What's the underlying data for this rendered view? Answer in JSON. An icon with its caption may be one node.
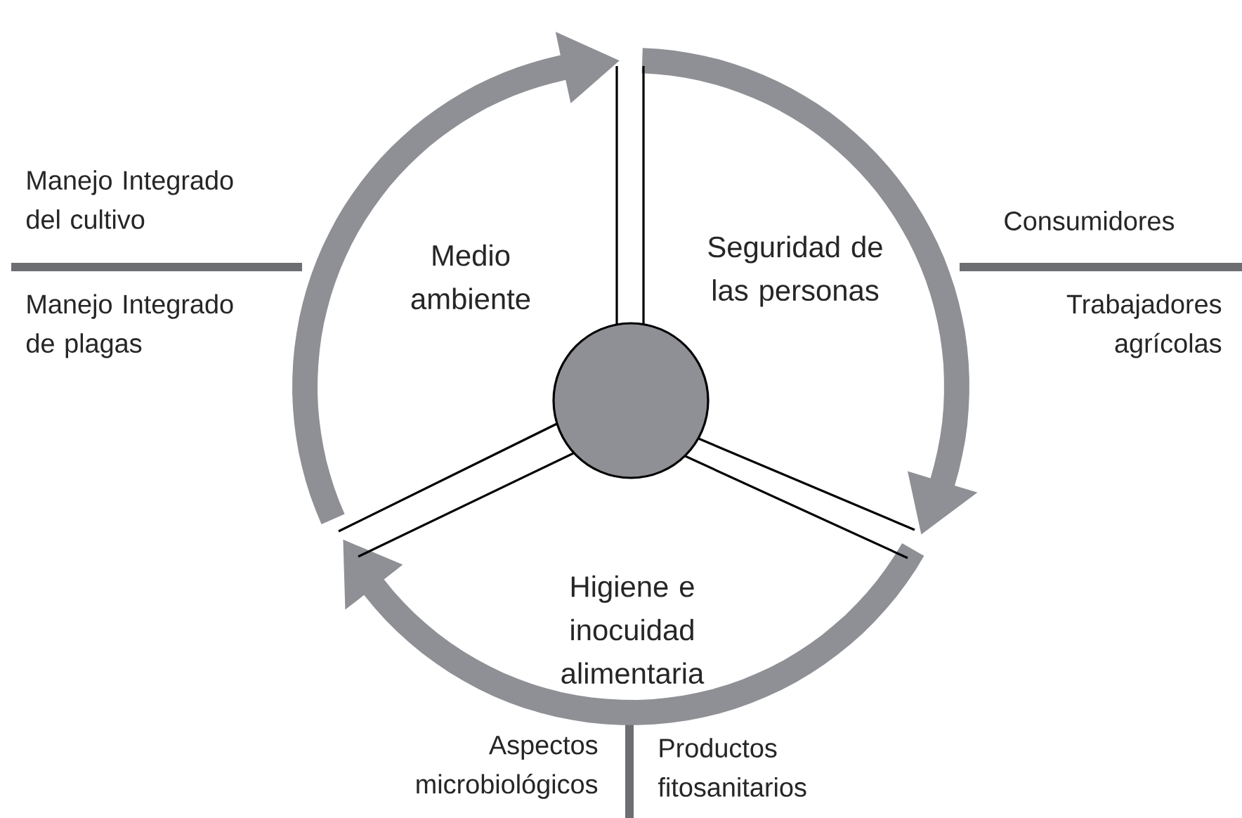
{
  "diagram": {
    "nodes": [
      {
        "text": [],
        "shape": "circle"
      }
    ],
    "labels": [
      "Manejo Integrado del cultivo",
      "Medio ambiente",
      "Seguridad de las personas",
      "Consumidores",
      "Manejo Integrado de plagas",
      "Trabajadores agrícolas",
      "Higiene e inocuidad alimentaria",
      "Aspectos microbiológicos",
      "Productos fitosanitarios"
    ]
  }
}
